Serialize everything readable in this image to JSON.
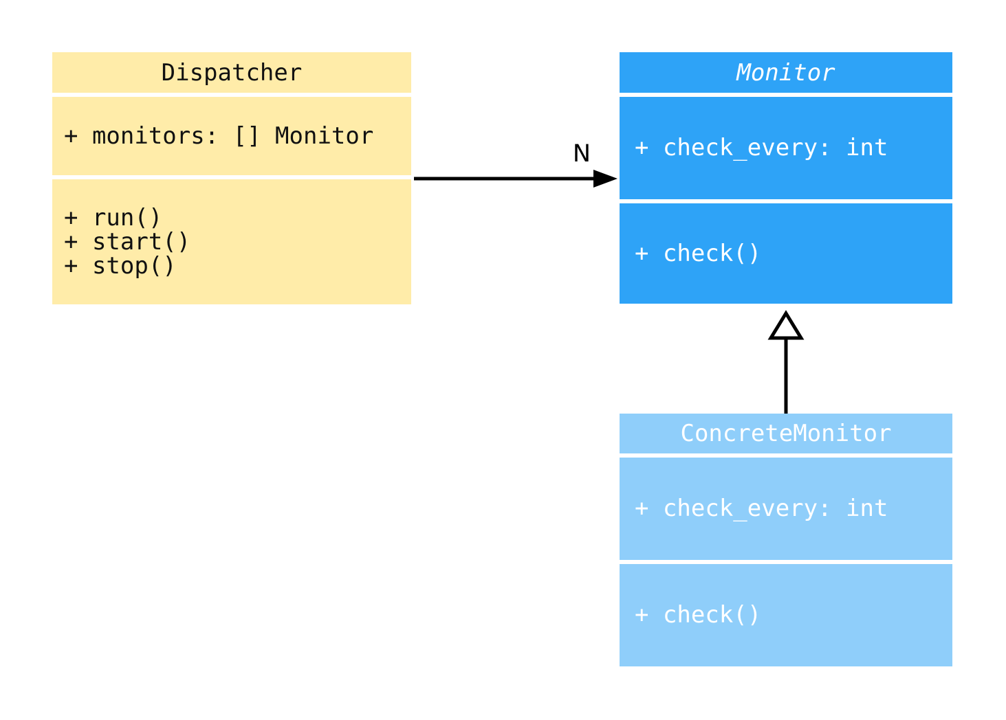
{
  "diagram": {
    "kind": "uml-class-diagram",
    "classes": [
      {
        "name": "Dispatcher",
        "abstract": false,
        "attributes": [
          "+ monitors: [] Monitor"
        ],
        "methods": [
          "+ run()",
          "+ start()",
          "+ stop()"
        ],
        "fill": "#FFECA9",
        "text_color": "#111111"
      },
      {
        "name": "Monitor",
        "abstract": true,
        "attributes": [
          "+ check_every: int"
        ],
        "methods": [
          "+ check()"
        ],
        "fill": "#2EA3F7",
        "text_color": "#FFFFFF"
      },
      {
        "name": "ConcreteMonitor",
        "abstract": false,
        "attributes": [
          "+ check_every: int"
        ],
        "methods": [
          "+ check()"
        ],
        "fill": "#8FCEFA",
        "text_color": "#FFFFFF"
      }
    ],
    "relations": [
      {
        "type": "association",
        "from": "Dispatcher",
        "to": "Monitor",
        "label": "N",
        "line_color": "#000000"
      },
      {
        "type": "inheritance",
        "from": "ConcreteMonitor",
        "to": "Monitor",
        "label": "",
        "line_color": "#000000"
      }
    ]
  }
}
